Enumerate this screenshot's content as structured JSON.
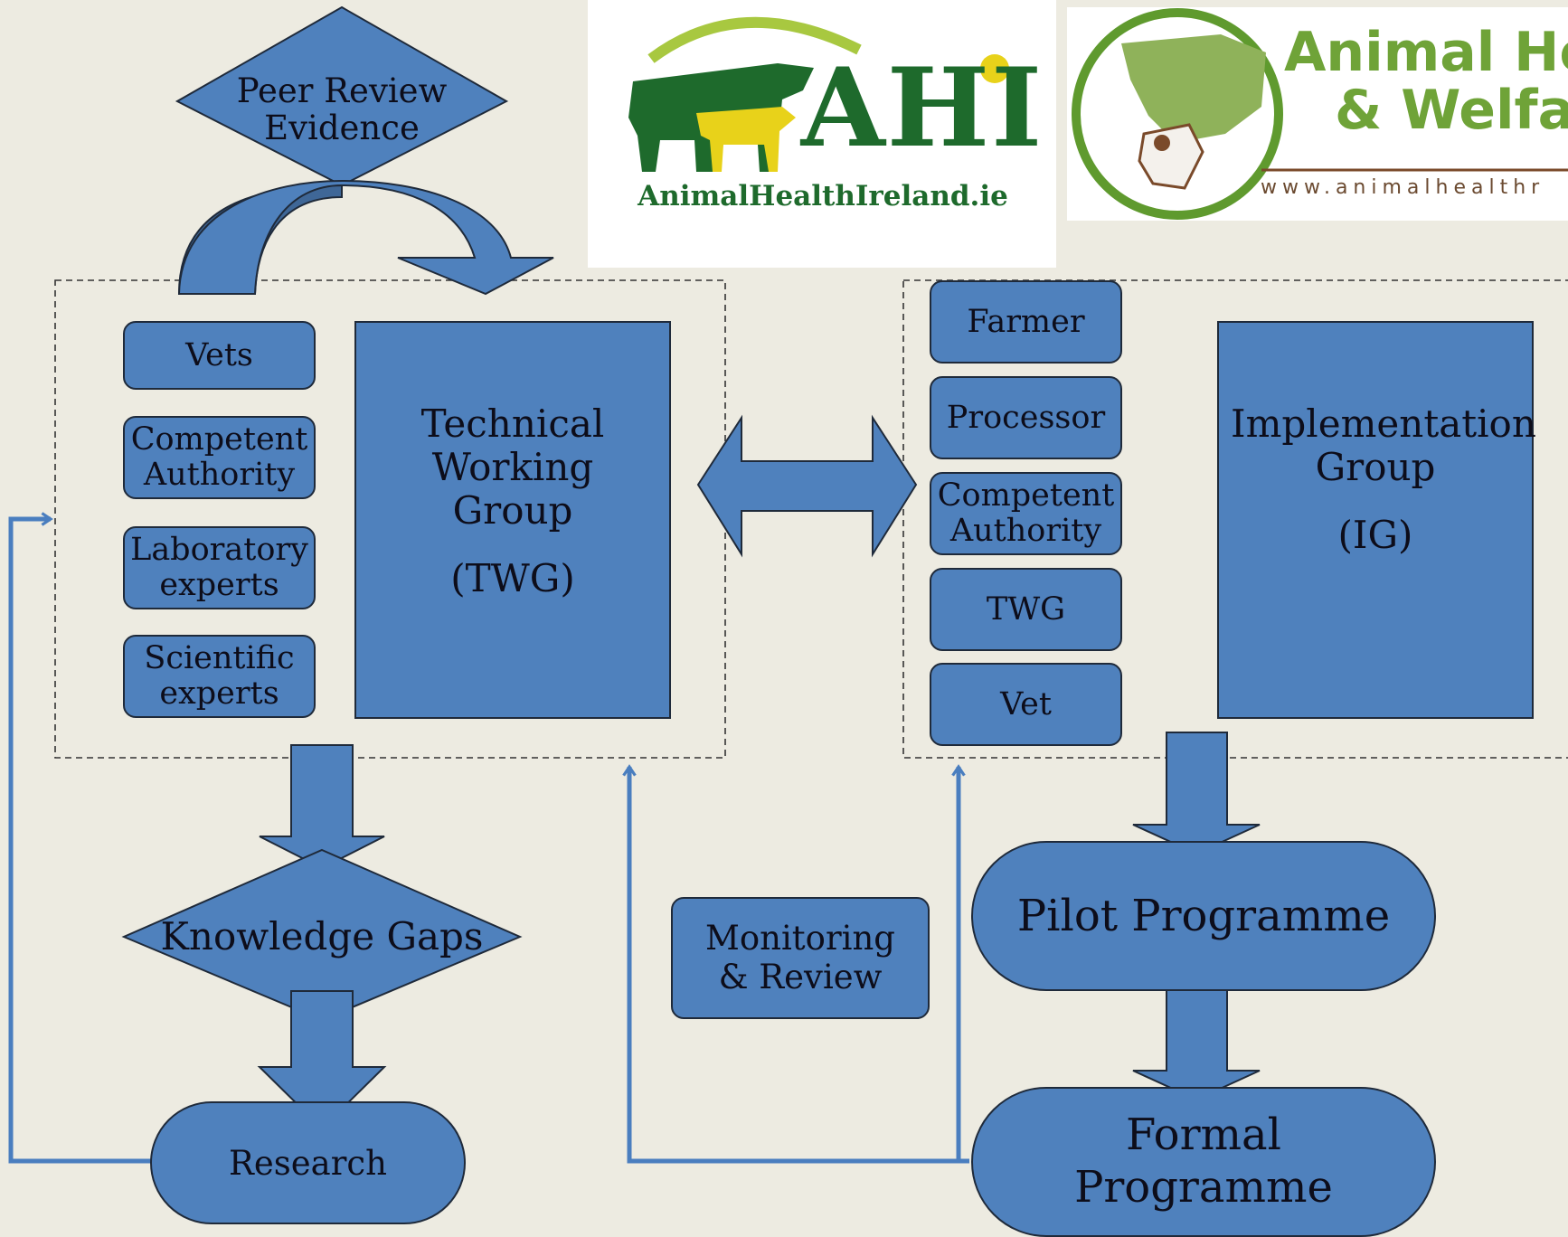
{
  "peer_review": "Peer Review Evidence",
  "twg_members": [
    "Vets",
    "Competent Authority",
    "Laboratory experts",
    "Scientific experts"
  ],
  "twg": {
    "title": "Technical Working Group",
    "abbr": "(TWG)"
  },
  "ig_members": [
    "Farmer",
    "Processor",
    "Competent Authority",
    "TWG",
    "Vet"
  ],
  "ig": {
    "title": "Implementation Group",
    "abbr": "(IG)"
  },
  "knowledge_gaps": "Knowledge Gaps",
  "research": "Research",
  "monitoring": "Monitoring & Review",
  "pilot": "Pilot Programme",
  "formal": "Formal Programme",
  "logo_ahi": {
    "mark": "AHI",
    "site": "AnimalHealthIreland.ie"
  },
  "logo_ahw": {
    "line1": "Animal Hea",
    "line2": "& Welfar",
    "url": "www.animalhealthr"
  },
  "colors": {
    "box": "#4f81bd",
    "dark_box": "#3f6797",
    "line": "#4a7ebf",
    "bg": "#edebe1",
    "green": "#5f9a2e",
    "dark_green": "#1e6a2c",
    "yellow": "#e8d21a"
  }
}
